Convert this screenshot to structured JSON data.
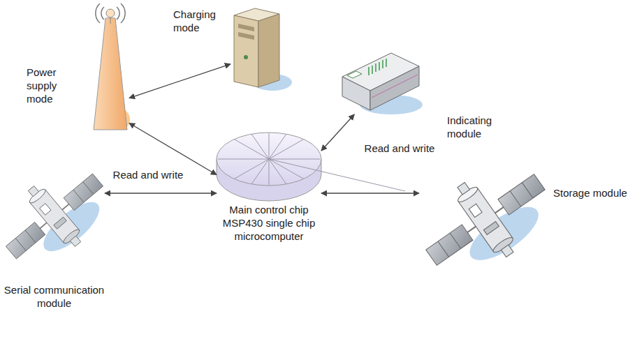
{
  "diagram": {
    "nodes": [
      {
        "text": [
          "Power supply mode"
        ]
      },
      {
        "text": [
          "Charging mode"
        ]
      },
      {
        "text": [
          "Indicating module"
        ]
      },
      {
        "text": [
          "Serial communication module"
        ]
      },
      {
        "text": [
          "Main control chip MSP430 single chip microcomputer"
        ]
      },
      {
        "text": [
          "Storage module"
        ]
      }
    ],
    "edges": [
      {
        "from": 0,
        "to": 1,
        "arrow": "both"
      },
      {
        "from": 0,
        "to": 4,
        "arrow": "both"
      },
      {
        "from": 2,
        "to": 4,
        "arrow": "both"
      },
      {
        "from": 3,
        "to": 4,
        "label": "Read and write",
        "arrow": "both"
      },
      {
        "from": 4,
        "to": 5,
        "label": "Read and write",
        "arrow": "both"
      }
    ]
  }
}
